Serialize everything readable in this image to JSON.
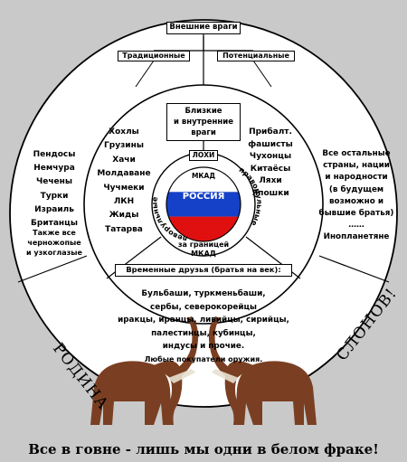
{
  "outer_box": {
    "title": "Внешние враги",
    "traditional": "Традиционные",
    "potential": "Потенциальные"
  },
  "near_box": {
    "line1": "Близкие",
    "line2": "и внутренние",
    "line3": "враги"
  },
  "center": {
    "lohi": "ЛОХИ",
    "mkad_top": "МКАД",
    "russia": "РОССИЯ",
    "abroad": "за границей",
    "mkad_bottom": "МКАД",
    "left_arc": "леворульные",
    "right_arc": "праворульные",
    "flag_colors": [
      "#ffffff",
      "#1540c8",
      "#e01010"
    ]
  },
  "near_left_list": [
    "Хохлы",
    "Грузины",
    "Хачи",
    "Молдаване",
    "Чучмеки",
    "ЛКН",
    "Жиды",
    "Татарва"
  ],
  "near_right_list": [
    "Прибалт.",
    "фашисты",
    "Чухонцы",
    "Китаёсы",
    "Ляхи",
    "Япошки"
  ],
  "traditional_list": [
    "Пендосы",
    "Немчура",
    "Чечены",
    "Турки",
    "Израиль",
    "Британцы"
  ],
  "traditional_note": [
    "Также все",
    "черножопые",
    "и узкоглазые"
  ],
  "potential_list": [
    "Все остальные",
    "страны, нации",
    "и народности",
    "(в будущем",
    "возможно и",
    "бывшие братья)",
    "……",
    "Инопланетяне"
  ],
  "friends": {
    "title": "Временные друзья (братья на век):",
    "lines": [
      "Бульбаши, туркменьбаши,",
      "сербы, северокорейцы",
      "иракцы, иранцы, ливийцы, сирийцы,",
      "палестинцы,   кубинцы,",
      "индусы и прочие."
    ],
    "buyers": "Любые покупатели оружия."
  },
  "side_left": "РОДИНА",
  "side_right": "СЛОНОВ!",
  "motto": "Все в говне - лишь мы одни в белом фраке!",
  "elephant_color": "#7a3f22"
}
